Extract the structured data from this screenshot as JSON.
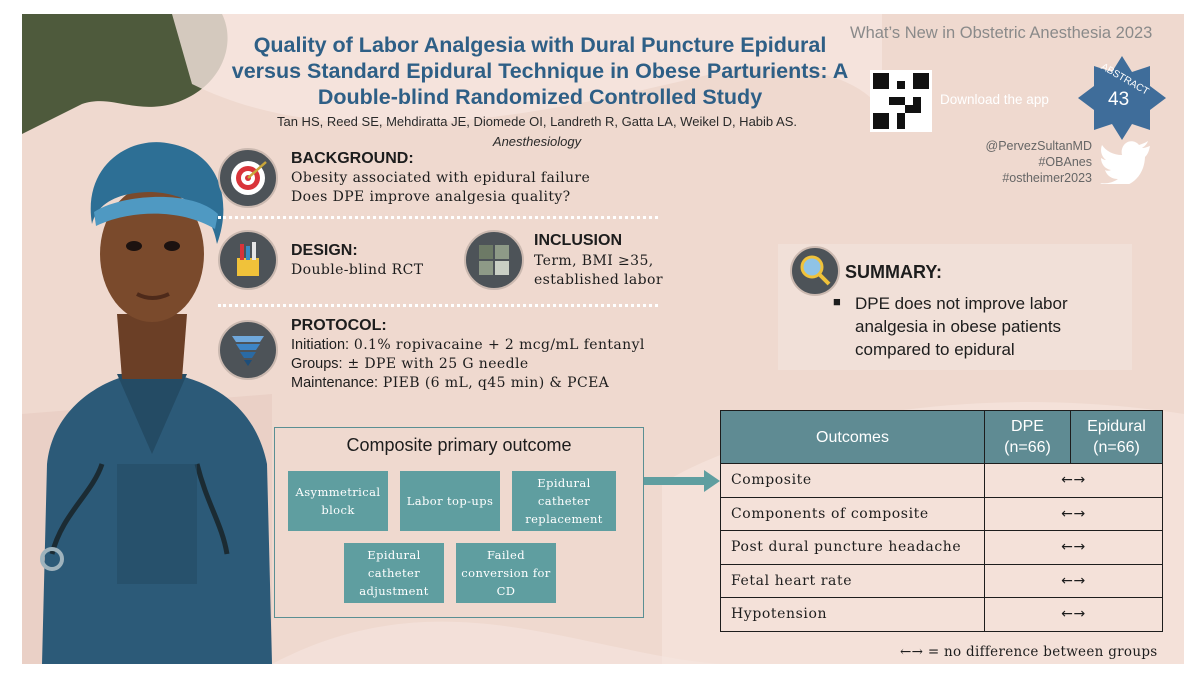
{
  "header": {
    "title": "Quality of Labor Analgesia with Dural Puncture Epidural versus Standard Epidural Technique in Obese Parturients: A Double-blind Randomized Controlled Study",
    "authors": "Tan HS, Reed SE, Mehdiratta JE, Diomede OI, Landreth R, Gatta LA, Weikel D, Habib AS.",
    "journal": "Anesthesiology",
    "series": "What’s New in Obstetric Anesthesia 2023",
    "download_label": "Download the app",
    "badge_label": "ABSTRACT",
    "badge_number": "43",
    "handles": [
      "@PervezSultanMD",
      "#OBAnes",
      "#ostheimer2023"
    ]
  },
  "background": {
    "heading": "BACKGROUND:",
    "lines": [
      "Obesity associated with epidural failure",
      "Does DPE improve analgesia quality?"
    ],
    "icon": "target-icon"
  },
  "design": {
    "heading": "DESIGN:",
    "text": "Double-blind RCT",
    "icon": "pencil-cup-icon"
  },
  "inclusion": {
    "heading": "INCLUSION",
    "lines": [
      "Term, BMI ≥35,",
      "established labor"
    ],
    "icon": "puzzle-icon"
  },
  "protocol": {
    "heading": "PROTOCOL:",
    "icon": "funnel-icon",
    "rows": [
      {
        "label": "Initiation:",
        "value": " 0.1% ropivacaine + 2 mcg/mL fentanyl"
      },
      {
        "label": "Groups:",
        "value": " ± DPE with 25 G needle"
      },
      {
        "label": "Maintenance:",
        "value": " PIEB (6 mL, q45 min) & PCEA"
      }
    ]
  },
  "summary": {
    "heading": "SUMMARY:",
    "bullet": "DPE does not improve labor analgesia in obese patients compared to epidural",
    "icon": "magnifier-icon"
  },
  "composite": {
    "title": "Composite primary outcome",
    "items": [
      "Asymmetrical block",
      "Labor top-ups",
      "Epidural catheter replacement",
      "Epidural catheter adjustment",
      "Failed conversion for CD"
    ]
  },
  "outcomes_table": {
    "headers": [
      "Outcomes",
      "DPE (n=66)",
      "Epidural (n=66)"
    ],
    "rows": [
      {
        "name": "Composite",
        "result": "←→"
      },
      {
        "name": "Components of composite",
        "result": "←→"
      },
      {
        "name": "Post dural puncture headache",
        "result": "←→"
      },
      {
        "name": "Fetal heart rate",
        "result": "←→"
      },
      {
        "name": "Hypotension",
        "result": "←→"
      }
    ],
    "footnote": "←→ = no difference between groups"
  },
  "colors": {
    "title": "#2e5f86",
    "teal": "#5f9ea0",
    "table_header": "#5f8b93",
    "background": "#efd9cf",
    "badge": "#3f6d9a"
  }
}
